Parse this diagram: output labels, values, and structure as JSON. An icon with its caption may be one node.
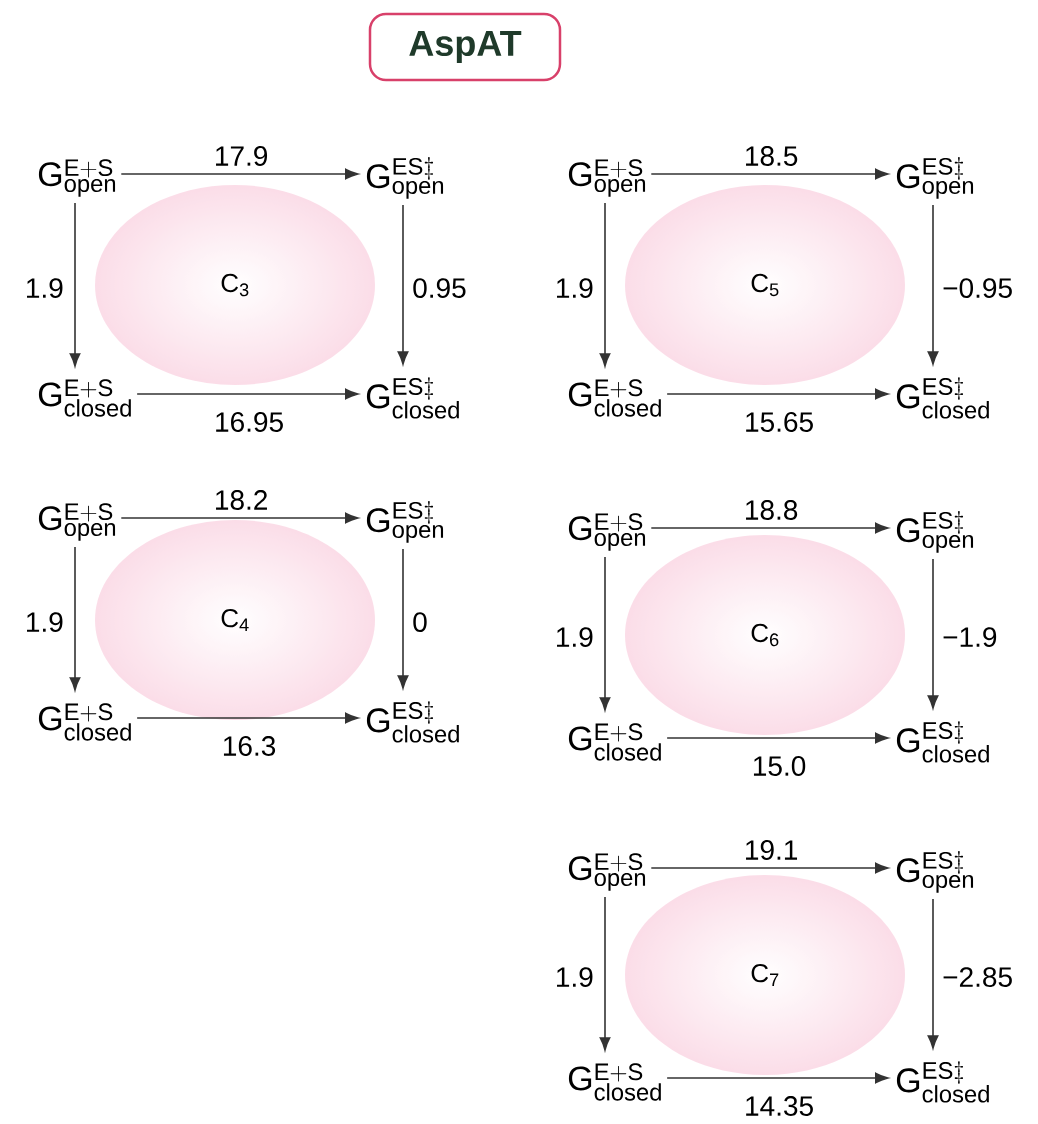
{
  "diagram": {
    "nodes": [
      {
        "text": [
          "AspAT"
        ]
      },
      {
        "text": [
          "\\mathsf{G}^{\\mathsf{E+S}}_{\\mathsf{open}}"
        ]
      },
      {
        "text": [
          "\\mathsf{G}^{\\mathsf{ES}\\ddagger}_{\\mathsf{open}}"
        ]
      },
      {
        "text": [
          "C$_{3}$"
        ]
      },
      {
        "text": [
          "\\mathsf{G}^{\\mathsf{E+S}}_{\\mathsf{closed}}"
        ]
      },
      {
        "text": [
          "\\mathsf{G}^{\\mathsf{ES}\\ddagger}_{\\mathsf{closed}}"
        ]
      },
      {
        "text": [
          "\\mathsf{G}^{\\mathsf{E+S}}_{\\mathsf{open}}"
        ]
      },
      {
        "text": [
          "\\mathsf{G}^{\\mathsf{ES}\\ddagger}_{\\mathsf{open}}"
        ]
      },
      {
        "text": [
          "C$_{5}$"
        ]
      },
      {
        "text": [
          "\\mathsf{G}^{\\mathsf{E+S}}_{\\mathsf{closed}}"
        ]
      },
      {
        "text": [
          "\\mathsf{G}^{\\mathsf{ES}\\ddagger}_{\\mathsf{closed}}"
        ]
      },
      {
        "text": [
          "\\mathsf{G}^{\\mathsf{E+S}}_{\\mathsf{open}}"
        ]
      },
      {
        "text": [
          "\\mathsf{G}^{\\mathsf{ES}\\ddagger}_{\\mathsf{open}}"
        ]
      },
      {
        "text": [
          "C$_{4}$"
        ]
      },
      {
        "text": [
          "\\mathsf{G}^{\\mathsf{E+S}}_{\\mathsf{closed}}"
        ]
      },
      {
        "text": [
          "\\mathsf{G}^{\\mathsf{ES}\\ddagger}_{\\mathsf{closed}}"
        ]
      },
      {
        "text": [
          "\\mathsf{G}^{\\mathsf{E+S}}_{\\mathsf{open}}"
        ]
      },
      {
        "text": [
          "\\mathsf{G}^{\\mathsf{ES}\\ddagger}_{\\mathsf{open}}"
        ]
      },
      {
        "text": [
          "C$_{6}$"
        ]
      },
      {
        "text": [
          "\\mathsf{G}^{\\mathsf{E+S}}_{\\mathsf{closed}}"
        ]
      },
      {
        "text": [
          "\\mathsf{G}^{\\mathsf{ES}\\ddagger}_{\\mathsf{closed}}"
        ]
      },
      {
        "text": [
          "\\mathsf{G}^{\\mathsf{E+S}}_{\\mathsf{open}}"
        ]
      },
      {
        "text": [
          "\\mathsf{G}^{\\mathsf{ES}\\ddagger}_{\\mathsf{open}}"
        ]
      },
      {
        "text": [
          "C$_{7}$"
        ]
      },
      {
        "text": [
          "\\mathsf{G}^{\\mathsf{E+S}}_{\\mathsf{closed}}"
        ]
      },
      {
        "text": [
          "\\mathsf{G}^{\\mathsf{ES}\\ddagger}_{\\mathsf{closed}}"
        ]
      }
    ],
    "edges": [
      {
        "from": 1,
        "to": 2,
        "arrow": "to",
        "label": "17.9"
      },
      {
        "from": 1,
        "to": 4,
        "arrow": "to",
        "label": "1.9"
      },
      {
        "from": 2,
        "to": 5,
        "arrow": "to",
        "label": "0.95"
      },
      {
        "from": 4,
        "to": 5,
        "arrow": "to",
        "label": "16.95"
      },
      {
        "from": 6,
        "to": 7,
        "arrow": "to",
        "label": "18.5"
      },
      {
        "from": 6,
        "to": 9,
        "arrow": "to",
        "label": "1.9"
      },
      {
        "from": 7,
        "to": 10,
        "arrow": "to",
        "label": "−0.95"
      },
      {
        "from": 9,
        "to": 10,
        "arrow": "to",
        "label": "15.65"
      },
      {
        "from": 11,
        "to": 12,
        "arrow": "to",
        "label": "18.2"
      },
      {
        "from": 11,
        "to": 14,
        "arrow": "to",
        "label": "1.9"
      },
      {
        "from": 12,
        "to": 15,
        "arrow": "to",
        "label": "0"
      },
      {
        "from": 14,
        "to": 15,
        "arrow": "to",
        "label": "16.3"
      },
      {
        "from": 16,
        "to": 17,
        "arrow": "to",
        "label": "18.8"
      },
      {
        "from": 16,
        "to": 19,
        "arrow": "to",
        "label": "1.9"
      },
      {
        "from": 17,
        "to": 20,
        "arrow": "to",
        "label": "−1.9"
      },
      {
        "from": 19,
        "to": 20,
        "arrow": "to",
        "label": "15.0"
      },
      {
        "from": 21,
        "to": 22,
        "arrow": "to",
        "label": "19.1"
      },
      {
        "from": 21,
        "to": 24,
        "arrow": "to",
        "label": "1.9"
      },
      {
        "from": 22,
        "to": 25,
        "arrow": "to",
        "label": "−2.85"
      },
      {
        "from": 24,
        "to": 25,
        "arrow": "to",
        "label": "14.35"
      }
    ]
  }
}
